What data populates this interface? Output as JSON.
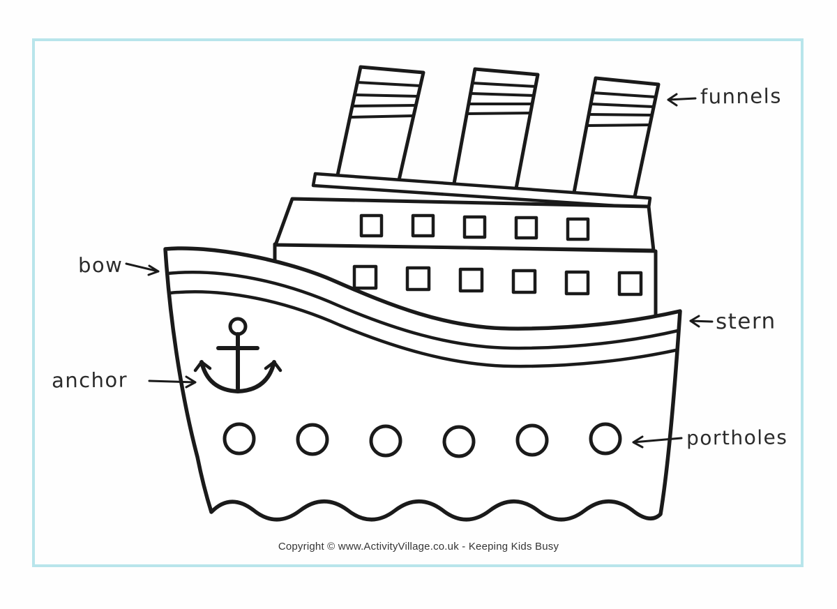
{
  "css_vars": {
    "frame-color": "#b8e5eb",
    "ink-color": "#1a1a1a",
    "label-color": "#2b2b2b"
  },
  "diagram": {
    "subject": "ship-parts-coloring-page",
    "part_names": [
      "funnels",
      "bow",
      "stern",
      "anchor",
      "portholes"
    ]
  },
  "labels": {
    "funnels": "funnels",
    "bow": "bow",
    "stern": "stern",
    "anchor": "anchor",
    "portholes": "portholes"
  },
  "footer": {
    "copyright": "Copyright © www.ActivityVillage.co.uk - Keeping Kids Busy"
  }
}
